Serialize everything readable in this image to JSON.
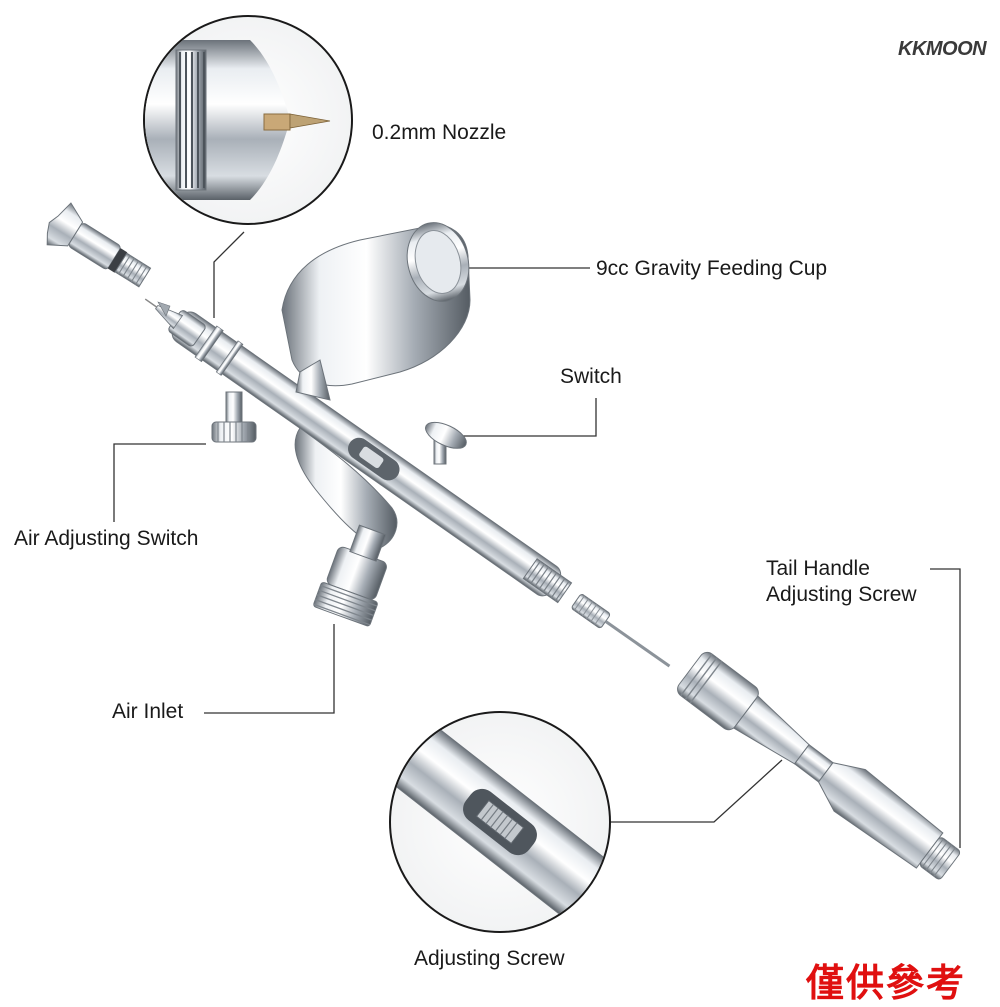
{
  "brand": {
    "logo_text": "KKMOON"
  },
  "callouts": {
    "nozzle": "0.2mm Nozzle",
    "cup": "9cc Gravity Feeding Cup",
    "switch": "Switch",
    "air_adjusting_switch": "Air Adjusting Switch",
    "tail_handle_line1": "Tail Handle",
    "tail_handle_line2": "Adjusting Screw",
    "air_inlet": "Air Inlet",
    "adjusting_screw": "Adjusting Screw"
  },
  "watermark": {
    "text": "僅供參考"
  },
  "colors": {
    "chrome_light": "#f4f6f8",
    "chrome_mid": "#b9bfc6",
    "chrome_dark": "#5f666e",
    "leader_line": "#333333",
    "watermark": "#e01010"
  }
}
